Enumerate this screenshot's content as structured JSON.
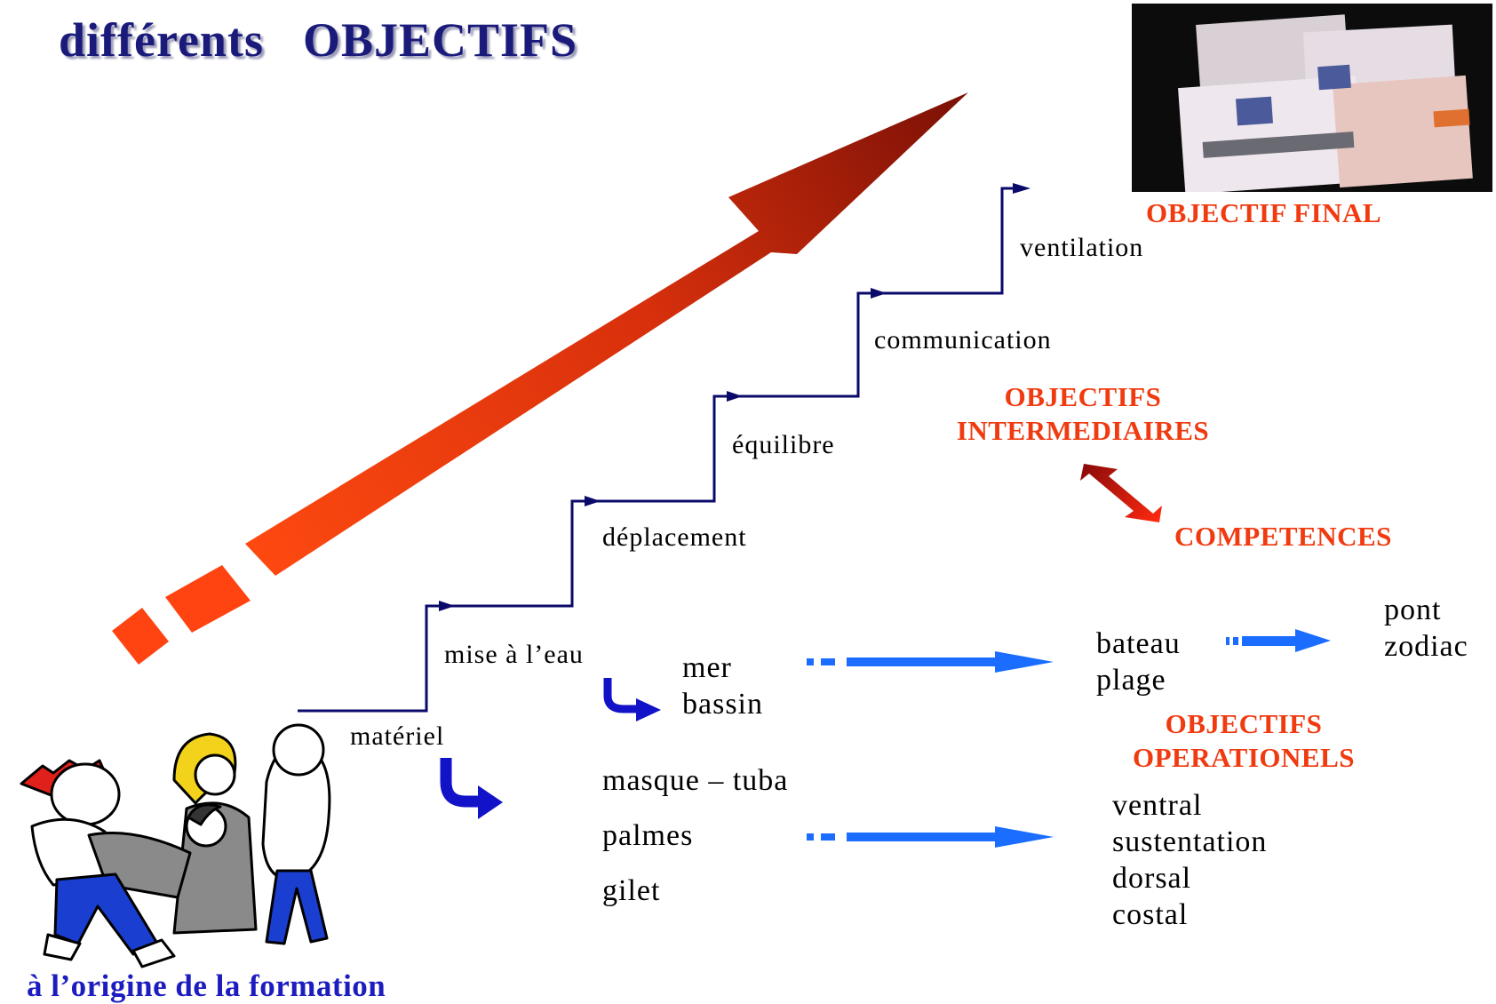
{
  "title": {
    "word1": "différents",
    "word2": "OBJECTIFS"
  },
  "final_objective": {
    "label": "OBJECTIF FINAL",
    "image_icon": "diving-certificate-cards-photo"
  },
  "steps": [
    "matériel",
    "mise à l’eau",
    "déplacement",
    "équilibre",
    "communication",
    "ventilation"
  ],
  "intermediate_objectives": {
    "line1": "OBJECTIFS",
    "line2": "INTERMEDIAIRES"
  },
  "competences": "COMPETENCES",
  "operational_objectives": {
    "line1": "OBJECTIFS",
    "line2": "OPERATIONELS"
  },
  "water_entry": {
    "items": [
      "mer",
      "bassin"
    ]
  },
  "entry_types": {
    "items": [
      "bateau",
      "plage"
    ]
  },
  "boat_types": {
    "items": [
      "pont",
      "zodiac"
    ]
  },
  "equipment": {
    "items": [
      "masque – tuba",
      "palmes",
      "gilet"
    ]
  },
  "swim_positions": {
    "items": [
      "ventral",
      "sustentation",
      "dorsal",
      "costal"
    ]
  },
  "origin_label": "à l’origine de la formation",
  "illustration_icon": "group-of-cartoon-people",
  "colors": {
    "title": "#1a1a7a",
    "red_labels": "#f03a10",
    "origin_text": "#1d1dbf",
    "stair_line": "#0a0a6a",
    "blue_arrows": "#1a6dff",
    "big_arrow_start": "#ff4a10",
    "big_arrow_end": "#7a1006"
  }
}
